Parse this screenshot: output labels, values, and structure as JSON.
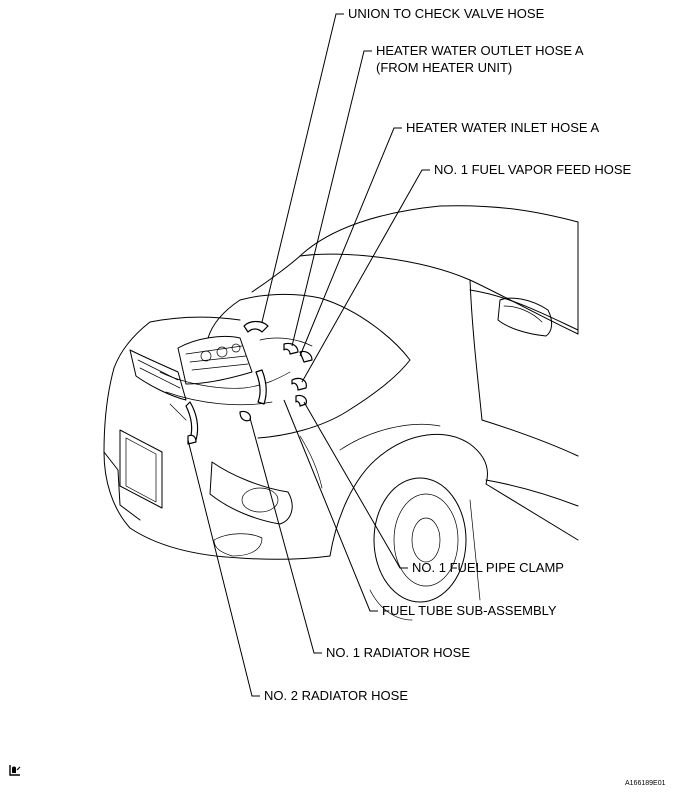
{
  "labels": {
    "union_to_check_valve_hose": "UNION TO CHECK VALVE HOSE",
    "heater_outlet_line1": "HEATER WATER OUTLET HOSE A",
    "heater_outlet_line2": "(FROM HEATER UNIT)",
    "heater_inlet": "HEATER WATER INLET HOSE A",
    "fuel_vapor_feed_hose": "NO. 1 FUEL VAPOR FEED HOSE",
    "fuel_pipe_clamp": "NO. 1 FUEL PIPE CLAMP",
    "fuel_tube": "FUEL TUBE SUB-ASSEMBLY",
    "radiator_hose_1": "NO. 1 RADIATOR HOSE",
    "radiator_hose_2": "NO. 2 RADIATOR HOSE"
  },
  "figure_code": "A166189E01",
  "icons": {
    "corner_icon": "page-reference-icon"
  }
}
